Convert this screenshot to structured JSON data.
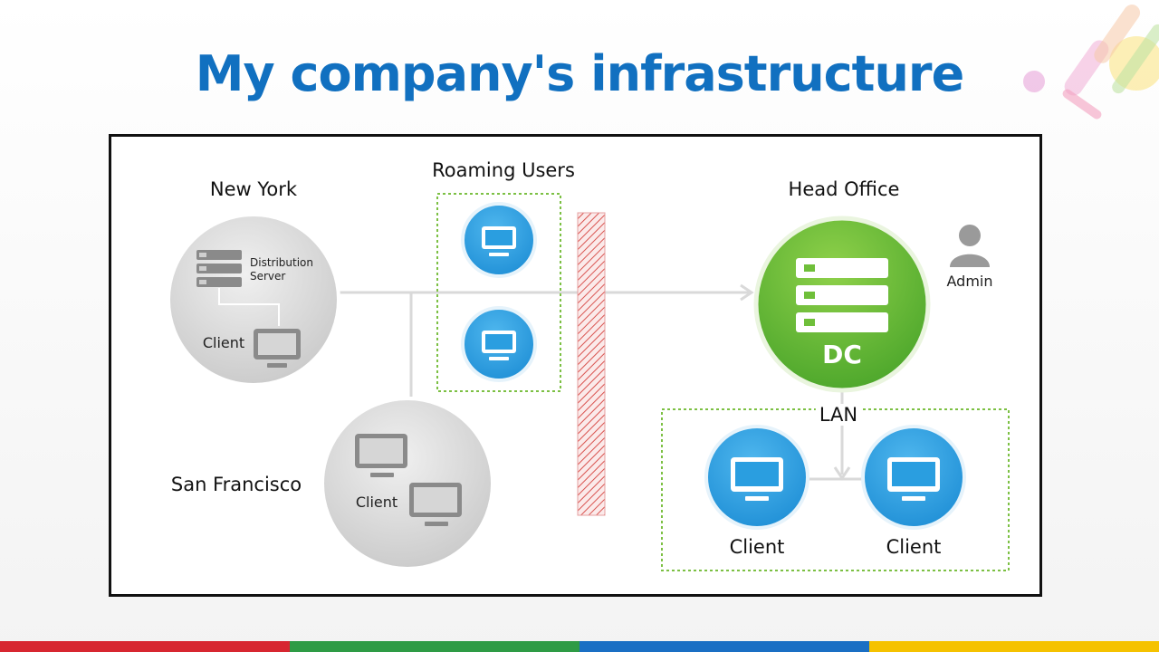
{
  "title": "My company's infrastructure",
  "sites": {
    "new_york": {
      "title": "New York",
      "server_label_1": "Distribution",
      "server_label_2": "Server",
      "client_label": "Client"
    },
    "roaming": {
      "title": "Roaming Users"
    },
    "san_francisco": {
      "title": "San Francisco",
      "client_label": "Client"
    },
    "head_office": {
      "title": "Head Office",
      "dc_label": "DC",
      "admin_label": "Admin",
      "lan_label": "LAN",
      "client_left": "Client",
      "client_right": "Client"
    }
  },
  "colors": {
    "title": "#1170c0",
    "dc_green": "#5cb82f",
    "client_blue": "#2a9ee0",
    "firewall_red": "#d9534f",
    "dotted_green": "#7cc043",
    "bottom_bar": [
      "#d72630",
      "#2e9b45",
      "#1a6fc4",
      "#f5c200"
    ]
  }
}
